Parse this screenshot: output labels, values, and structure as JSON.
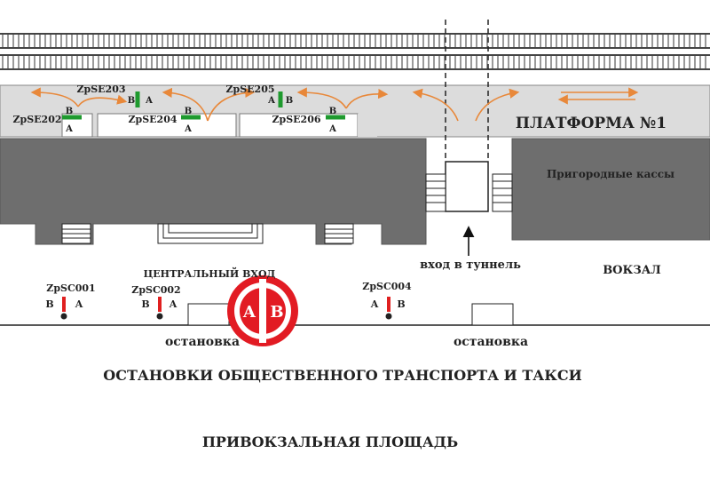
{
  "platform_label": "ПЛАТФОРМА №1",
  "suburban_tickets": "Пригородные кассы",
  "tunnel_entrance": "вход в туннель",
  "station_label": "ВОКЗАЛ",
  "central_entrance": "ЦЕНТРАЛЬНЫЙ ВХОД",
  "stop_left": "остановка",
  "stop_right": "остановка",
  "transport_stops": "ОСТАНОВКИ ОБЩЕСТВЕННОГО ТРАНСПОРТА И ТАКСИ",
  "square_label": "ПРИВОКЗАЛЬНАЯ ПЛОЩАДЬ",
  "logo": {
    "left": "А",
    "right": "В",
    "color": "#e21b23"
  },
  "platform_points": [
    {
      "id": "ZpSE202",
      "b": "B",
      "a": "A"
    },
    {
      "id": "ZpSE203",
      "b": "B",
      "a": "A"
    },
    {
      "id": "ZpSE204",
      "b": "B",
      "a": "A"
    },
    {
      "id": "ZpSE205",
      "b": "B",
      "a": "A"
    },
    {
      "id": "ZpSE206",
      "b": "B",
      "a": "A"
    }
  ],
  "square_points": [
    {
      "id": "ZpSC001",
      "b": "B",
      "a": "A"
    },
    {
      "id": "ZpSC002",
      "b": "B",
      "a": "A"
    },
    {
      "id": "ZpSC004",
      "a": "A",
      "b": "B"
    }
  ],
  "colors": {
    "arrow": "#e8883a",
    "green_marker": "#1e9a2e",
    "red_marker": "#e02020",
    "building": "#6e6e6e",
    "platform": "#dcdcdc"
  }
}
